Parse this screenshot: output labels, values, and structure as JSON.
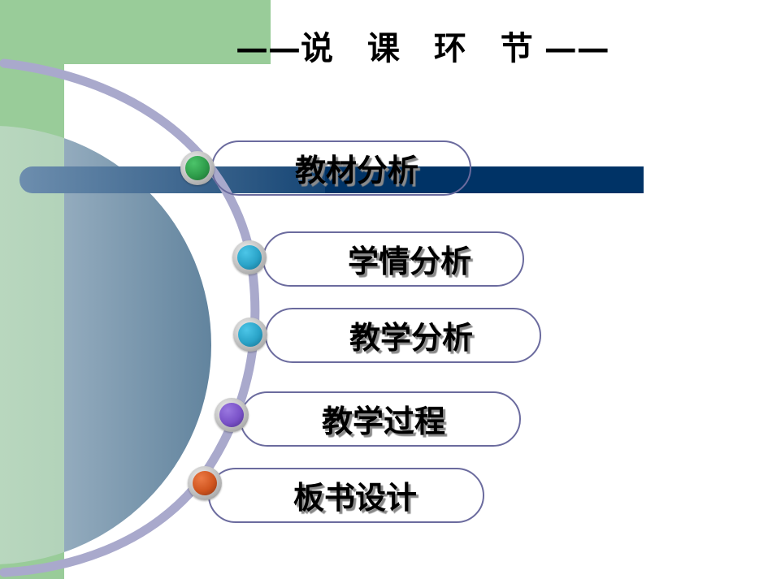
{
  "slide": {
    "title_prefix": "——",
    "title_text": "说 课 环 节",
    "title_suffix": "——",
    "items": [
      {
        "label": "教材分析",
        "bubble_color": "#2e9c4a",
        "bubble_color_dark": "#1d6b31"
      },
      {
        "label": "学情分析",
        "bubble_color": "#2aa3c8",
        "bubble_color_dark": "#14708f"
      },
      {
        "label": "教学分析",
        "bubble_color": "#2aa3c8",
        "bubble_color_dark": "#14708f"
      },
      {
        "label": "教学过程",
        "bubble_color": "#7a52c8",
        "bubble_color_dark": "#4a2d8a"
      },
      {
        "label": "板书设计",
        "bubble_color": "#d0551f",
        "bubble_color_dark": "#8a3312"
      }
    ]
  },
  "colors": {
    "green": "#99cc99",
    "navy_bar": "#003366",
    "arc": "#a9a9cc",
    "pill_border": "#6b6b9e"
  }
}
